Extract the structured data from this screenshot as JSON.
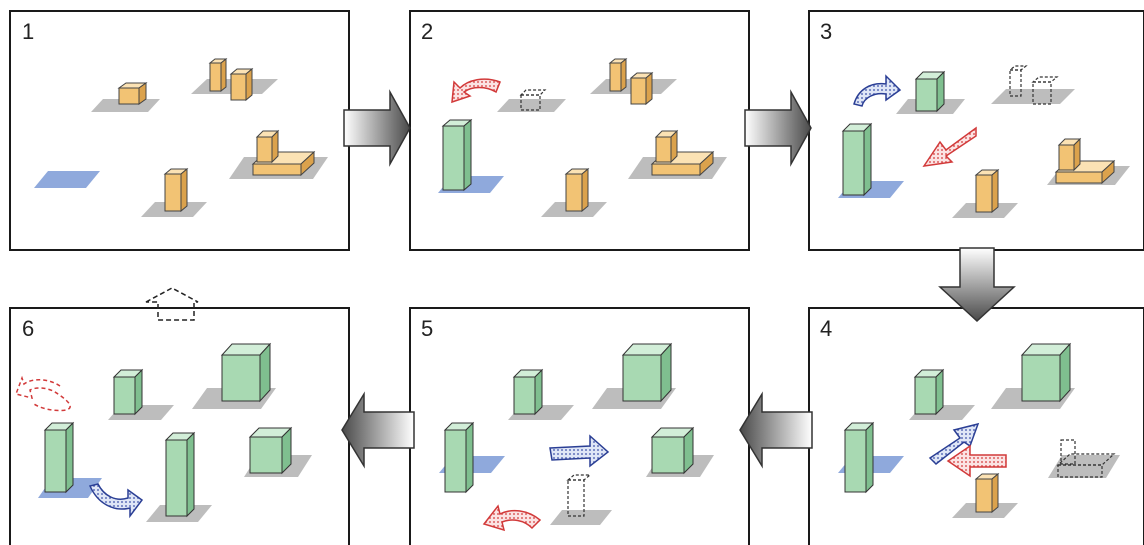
{
  "diagram": {
    "panels": [
      {
        "number": "1",
        "label": "1"
      },
      {
        "number": "2",
        "label": "2"
      },
      {
        "number": "3",
        "label": "3"
      },
      {
        "number": "4",
        "label": "4"
      },
      {
        "number": "5",
        "label": "5"
      },
      {
        "number": "6",
        "label": "6"
      }
    ],
    "flow_order": [
      "1",
      "2",
      "3",
      "4",
      "5",
      "6"
    ],
    "colors": {
      "frame": "#1a1a1a",
      "ground": "#bdbdbd",
      "ground_highlight": "#8fa9dc",
      "new_building_front": "#a8d9b2",
      "new_building_top": "#d2eed8",
      "new_building_side": "#7fbf8f",
      "old_building_front": "#f2c374",
      "old_building_top": "#fbe2b4",
      "old_building_side": "#dba24c",
      "move_arrow_blue": "#2b3f95",
      "move_arrow_red": "#d23a3a",
      "flow_arrow_light": "#ffffff",
      "flow_arrow_dark": "#4a4a4a"
    },
    "icons": {
      "flow_arrow": "gradient-block-arrow-icon",
      "move_arrow": "curved-dotted-arrow-icon",
      "demolished": "dashed-outline-building-icon"
    }
  }
}
